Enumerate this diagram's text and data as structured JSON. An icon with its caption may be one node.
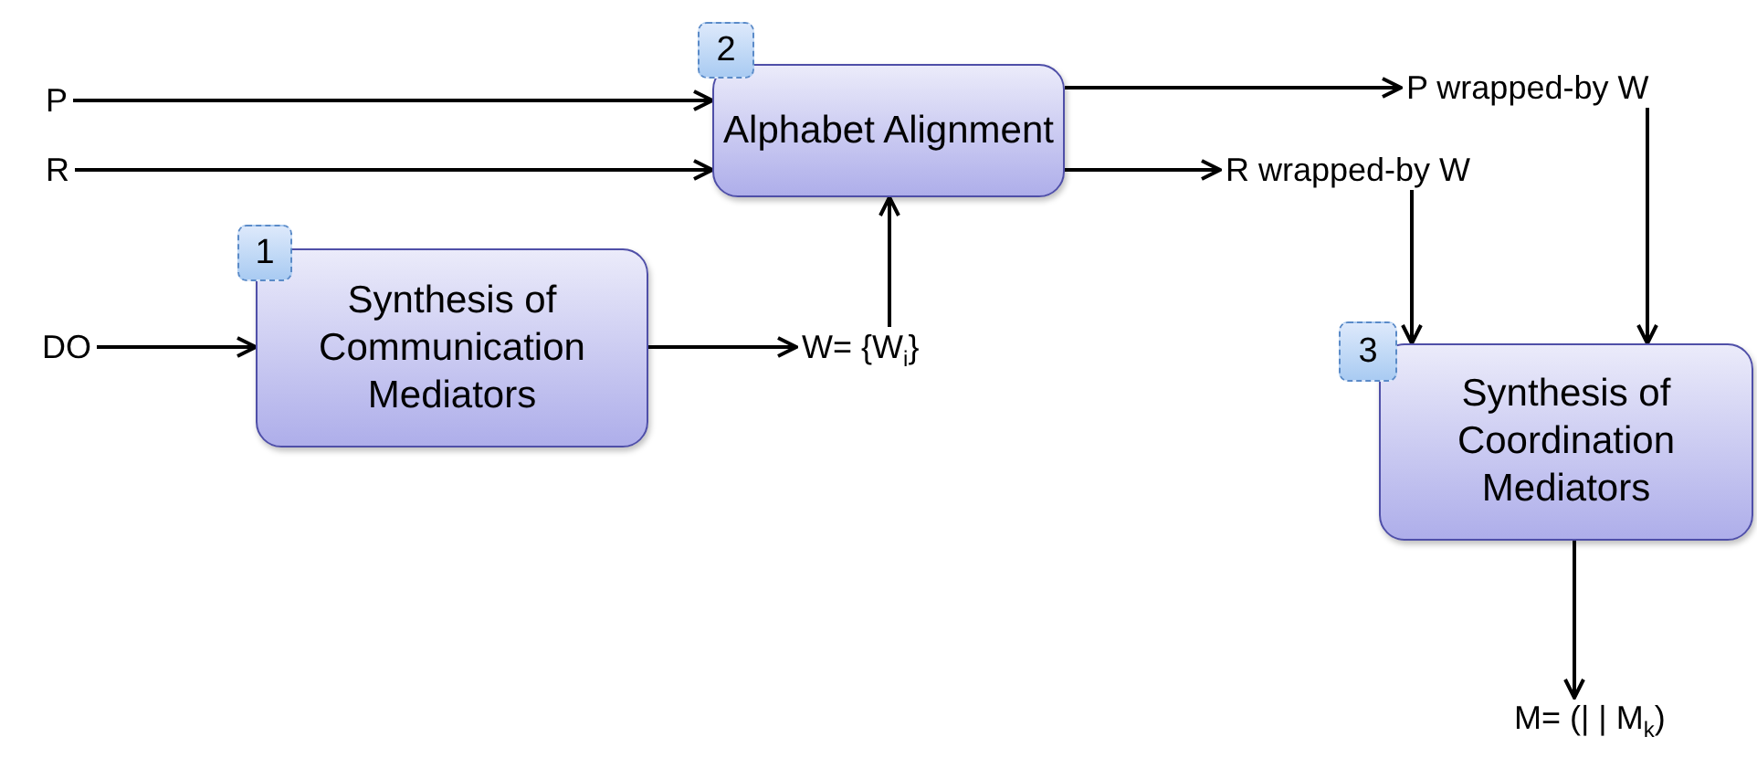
{
  "diagram": {
    "nodes": [
      {
        "text": [
          "P"
        ]
      },
      {
        "text": [
          "2"
        ]
      },
      {
        "text": [
          "Alphabet Alignment"
        ]
      },
      {
        "text": [
          "P wrapped-by W"
        ]
      },
      {
        "text": [
          "R"
        ]
      },
      {
        "text": [
          "R wrapped-by W"
        ]
      },
      {
        "text": [
          "1"
        ]
      },
      {
        "text": [
          "Synthesis of Communication Mediators"
        ]
      },
      {
        "text": [
          "DO"
        ]
      },
      {
        "text": [
          "W= {W$_{i}$}"
        ]
      },
      {
        "text": [
          "3"
        ]
      },
      {
        "text": [
          "Synthesis of Coordination Mediators"
        ]
      },
      {
        "text": [
          "M= (| | M$_{k}$)"
        ]
      }
    ],
    "edges": [
      {
        "from": 0,
        "to": 2,
        "arrow": "to"
      },
      {
        "from": 4,
        "to": 2,
        "arrow": "to"
      },
      {
        "from": 8,
        "to": 7,
        "arrow": "to"
      },
      {
        "from": 7,
        "to": 9,
        "arrow": "to"
      },
      {
        "from": 9,
        "to": 2,
        "arrow": "to"
      },
      {
        "from": 2,
        "to": 3,
        "arrow": "to"
      },
      {
        "from": 2,
        "to": 5,
        "arrow": "to"
      },
      {
        "from": 5,
        "to": 11,
        "arrow": "to"
      },
      {
        "from": 3,
        "to": 11,
        "arrow": "to"
      },
      {
        "from": 11,
        "to": 12,
        "arrow": "to"
      }
    ]
  }
}
